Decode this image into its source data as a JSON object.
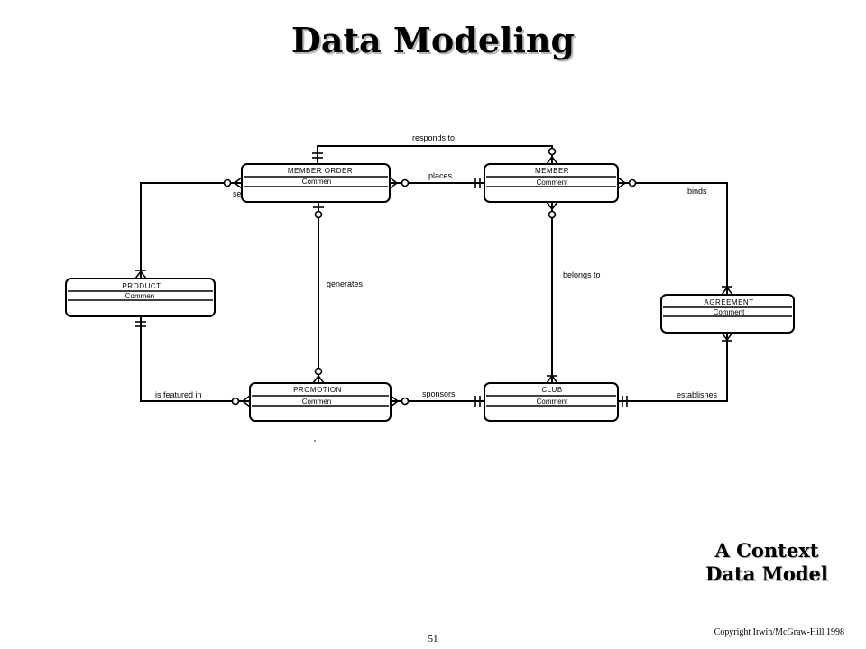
{
  "slide": {
    "title": "Data Modeling",
    "caption_line1": "A Context",
    "caption_line2": "Data Model",
    "copyright": "Copyright Irwin/McGraw-Hill 1998",
    "page_number": "51"
  },
  "entities": {
    "member_order": {
      "name": "MEMBER ORDER",
      "attribute": "Commen"
    },
    "member": {
      "name": "MEMBER",
      "attribute": "Comment"
    },
    "product": {
      "name": "PRODUCT",
      "attribute": "Commen"
    },
    "agreement": {
      "name": "AGREEMENT",
      "attribute": "Comment"
    },
    "promotion": {
      "name": "PROMOTION",
      "attribute": "Commen"
    },
    "club": {
      "name": "CLUB",
      "attribute": "Comment"
    }
  },
  "relationships": {
    "responds_to": "responds to",
    "places": "places",
    "sells": "sells",
    "binds": "binds",
    "generates": "generates",
    "belongs_to": "belongs to",
    "is_featured_in": "is featured in",
    "sponsors": "sponsors",
    "establishes": "establishes"
  }
}
